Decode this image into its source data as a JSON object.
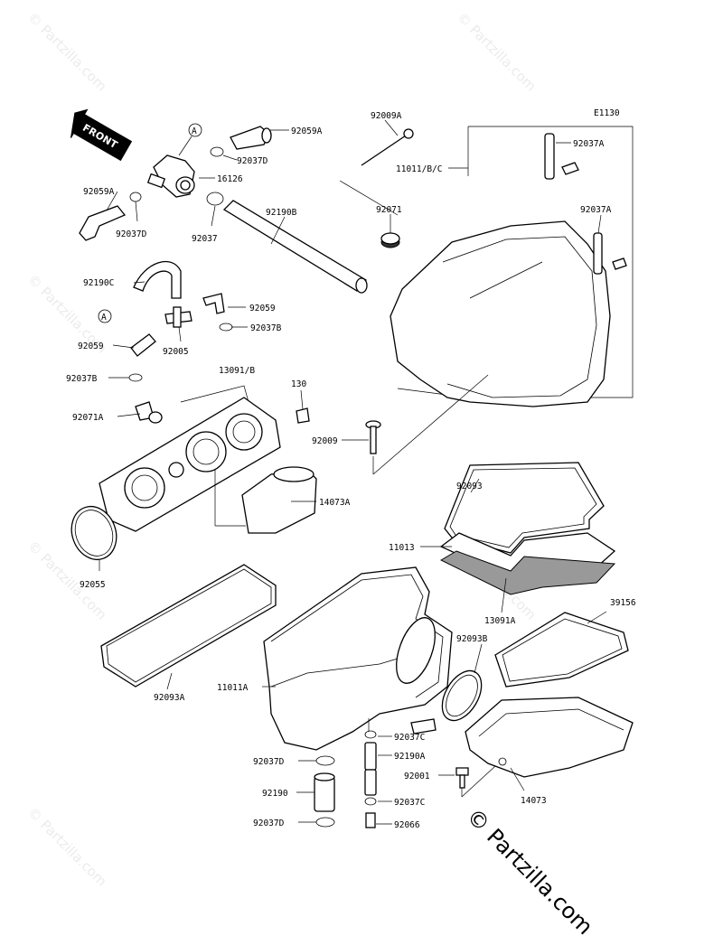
{
  "diagram_code": "E1130",
  "front_arrow": "FRONT",
  "copyright": "© Partzilla.com",
  "watermark": "© Partzilla.com",
  "callout_a": "A",
  "parts": {
    "p92059A_top": "92059A",
    "p92037D_top": "92037D",
    "p16126": "16126",
    "p92059A_left": "92059A",
    "p92037D_left": "92037D",
    "p92037": "92037",
    "p92190B": "92190B",
    "p92009A": "92009A",
    "p11011BC": "11011/B/C",
    "p92037A_1": "92037A",
    "p92071": "92071",
    "p92037A_2": "92037A",
    "p92190C": "92190C",
    "p92059_right": "92059",
    "p92037B_right": "92037B",
    "p92059_left": "92059",
    "p92005": "92005",
    "p92037B_left": "92037B",
    "p13091B": "13091/B",
    "p130": "130",
    "p92071A": "92071A",
    "p92009": "92009",
    "p14073A": "14073A",
    "p92093": "92093",
    "p11013": "11013",
    "p13091A": "13091A",
    "p92055": "92055",
    "p39156": "39156",
    "p92093B": "92093B",
    "p11011A": "11011A",
    "p92093A": "92093A",
    "p92037C_top": "92037C",
    "p92190A": "92190A",
    "p92037D_bottom1": "92037D",
    "p92001": "92001",
    "p92190": "92190",
    "p92037C_bottom": "92037C",
    "p14073": "14073",
    "p92037D_bottom2": "92037D",
    "p92066": "92066"
  }
}
